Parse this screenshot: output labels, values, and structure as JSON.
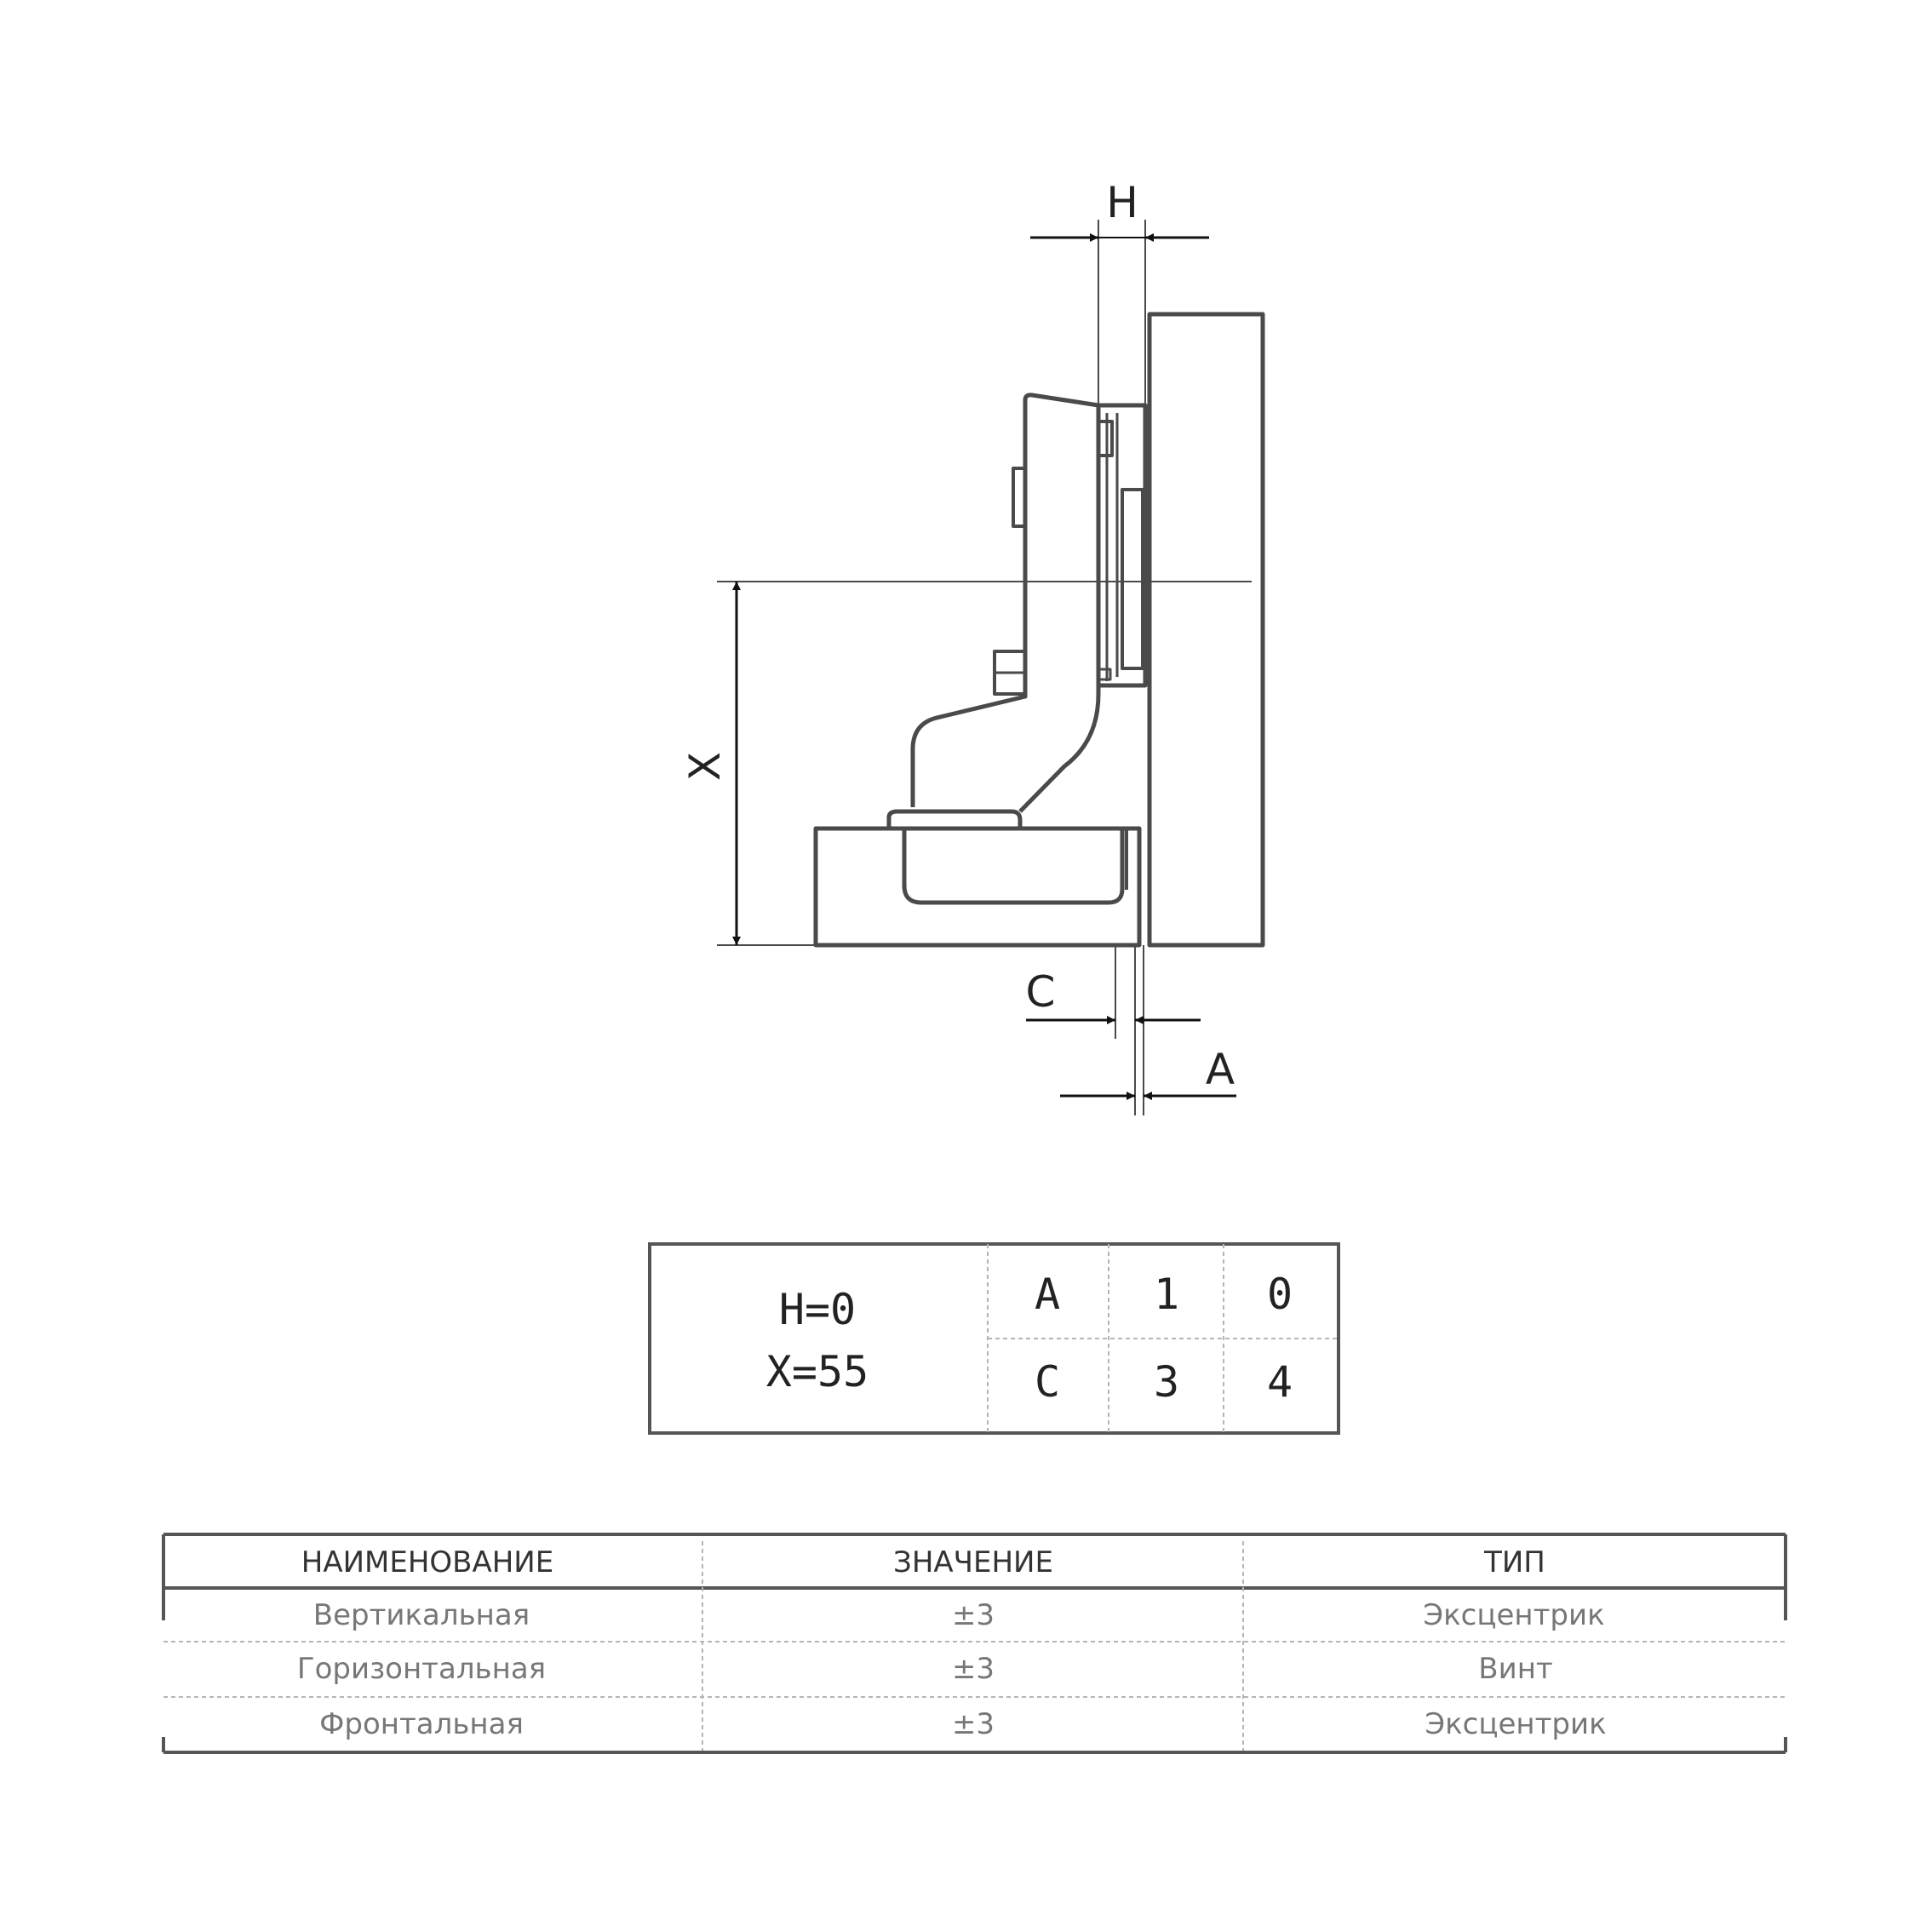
{
  "dimensions": {
    "h_label": "H",
    "x_label": "X",
    "c_label": "C",
    "a_label": "A"
  },
  "settings_box": {
    "line1": "H=0",
    "line2": "X=55",
    "rows": [
      {
        "param": "A",
        "v1": "1",
        "v2": "0"
      },
      {
        "param": "C",
        "v1": "3",
        "v2": "4"
      }
    ]
  },
  "adjust_table": {
    "headers": [
      "НАИМЕНОВАНИЕ",
      "ЗНАЧЕНИЕ",
      "ТИП"
    ],
    "rows": [
      {
        "name": "Вертикальная",
        "value": "±3",
        "type": "Эксцентрик"
      },
      {
        "name": "Горизонтальная",
        "value": "±3",
        "type": "Винт"
      },
      {
        "name": "Фронтальная",
        "value": "±3",
        "type": "Эксцентрик"
      }
    ]
  },
  "colors": {
    "line": "#4a4a4a",
    "text": "#222222",
    "muted": "#777777"
  }
}
